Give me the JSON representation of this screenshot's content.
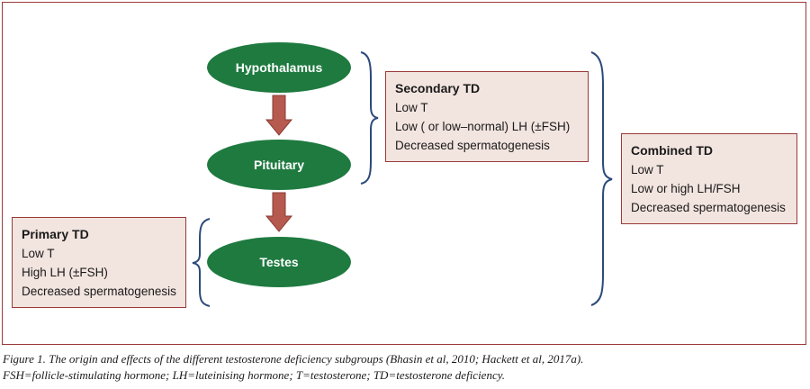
{
  "nodes": {
    "hypothalamus": "Hypothalamus",
    "pituitary": "Pituitary",
    "testes": "Testes"
  },
  "secondary": {
    "title": "Secondary TD",
    "lines": [
      "Low T",
      "Low ( or low–normal) LH (±FSH)",
      "Decreased spermatogenesis"
    ]
  },
  "primary": {
    "title": "Primary TD",
    "lines": [
      "Low T",
      "High LH (±FSH)",
      "Decreased spermatogenesis"
    ]
  },
  "combined": {
    "title": "Combined TD",
    "lines": [
      "Low T",
      "Low or high LH/FSH",
      "Decreased spermatogenesis"
    ]
  },
  "caption": {
    "line1": "Figure 1. The origin and effects of the different testosterone deficiency subgroups (Bhasin et al, 2010; Hackett et al, 2017a).",
    "line2": "FSH=follicle-stimulating hormone; LH=luteinising hormone; T=testosterone; TD=testosterone deficiency."
  },
  "colors": {
    "node_fill": "#1f7a40",
    "arrow_fill": "#b65a50",
    "box_fill": "#f2e4df",
    "border": "#9b3a3a",
    "brace": "#2c4a7a"
  }
}
